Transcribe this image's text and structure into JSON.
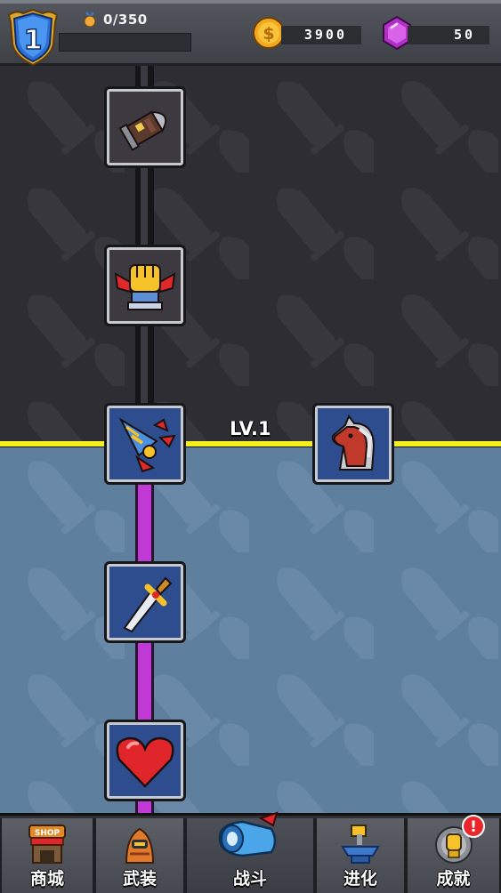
{
  "header": {
    "player_level": "1",
    "xp_text": "0/350",
    "xp_progress": 0,
    "coins": "3900",
    "gems": "50",
    "icons": {
      "level": "blue-shield-icon",
      "xp": "medal-icon",
      "coin": "gold-coin-icon",
      "gem": "purple-gem-icon"
    }
  },
  "skill_tree": {
    "unlock_label": "LV.1",
    "nodes": [
      {
        "name": "bullet-upgrade",
        "icon": "bullet-icon",
        "state": "locked"
      },
      {
        "name": "power-fist",
        "icon": "fist-icon",
        "state": "locked"
      },
      {
        "name": "drill-burst",
        "icon": "drill-icon",
        "state": "unlocked"
      },
      {
        "name": "knight-horse",
        "icon": "horse-head-icon",
        "state": "unlocked"
      },
      {
        "name": "dagger",
        "icon": "dagger-icon",
        "state": "unlocked"
      },
      {
        "name": "health",
        "icon": "heart-icon",
        "state": "unlocked"
      }
    ]
  },
  "colors": {
    "level_line": "#f4ef1d",
    "locked_track": "#151517",
    "unlocked_track": "#c23ad6",
    "tile_active": "#2e4d8e",
    "tile_locked": "#3c3a40"
  },
  "nav": {
    "items": [
      {
        "label": "商城",
        "icon": "shop-icon"
      },
      {
        "label": "武装",
        "icon": "armor-icon"
      },
      {
        "label": "战斗",
        "icon": "battle-cannon-icon",
        "selected": true
      },
      {
        "label": "进化",
        "icon": "evolve-anvil-icon"
      },
      {
        "label": "成就",
        "icon": "achievement-trophy-icon",
        "alert": "!"
      }
    ]
  }
}
